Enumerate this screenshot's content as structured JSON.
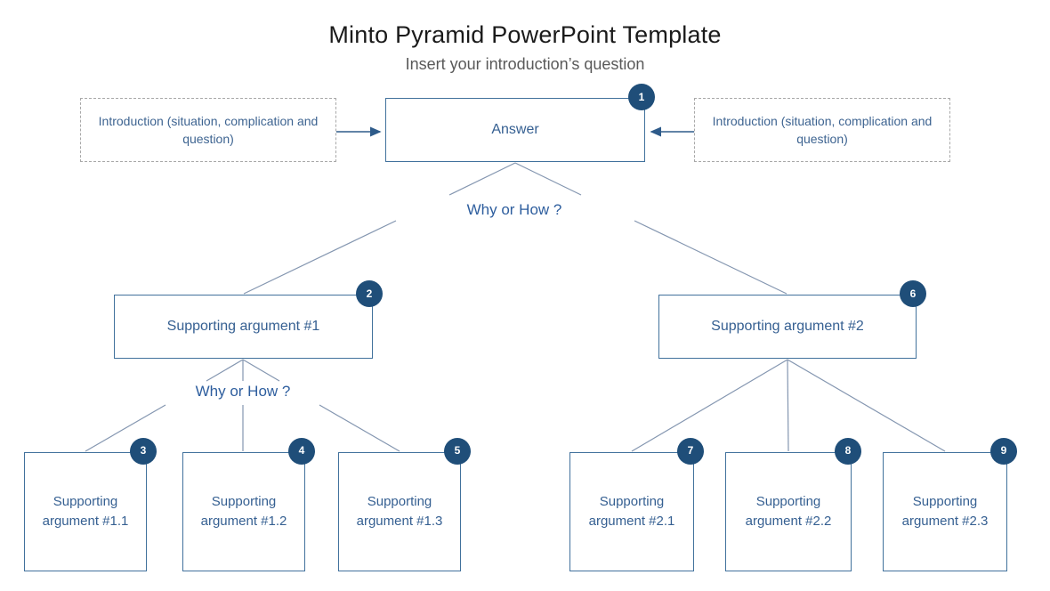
{
  "header": {
    "title": "Minto Pyramid PowerPoint Template",
    "subtitle": "Insert your introduction’s question"
  },
  "questions": {
    "top": "Why or How ?",
    "left": "Why or How ?"
  },
  "nodes": {
    "intro_left": {
      "label": "Introduction (situation, complication and question)"
    },
    "intro_right": {
      "label": "Introduction (situation, complication and question)"
    },
    "answer": {
      "label": "Answer",
      "badge": "1"
    },
    "arg1": {
      "label": "Supporting argument #1",
      "badge": "2"
    },
    "arg2": {
      "label": "Supporting argument #2",
      "badge": "6"
    },
    "leaves": [
      {
        "label": "Supporting argument #1.1",
        "badge": "3"
      },
      {
        "label": "Supporting argument #1.2",
        "badge": "4"
      },
      {
        "label": "Supporting argument #1.3",
        "badge": "5"
      },
      {
        "label": "Supporting argument #2.1",
        "badge": "7"
      },
      {
        "label": "Supporting argument #2.2",
        "badge": "8"
      },
      {
        "label": "Supporting argument #2.3",
        "badge": "9"
      }
    ]
  },
  "colors": {
    "badge_fill": "#1F4E79",
    "badge_text": "#FFFFFF",
    "box_border": "#41719C",
    "box_text": "#366092",
    "question_text": "#2E5E9E",
    "connector_line": "#8496B0",
    "arrow_line": "#2E5B8A",
    "intro_border": "#A8A8A8",
    "title_text": "#1A1A1A",
    "subtitle_text": "#595959"
  }
}
